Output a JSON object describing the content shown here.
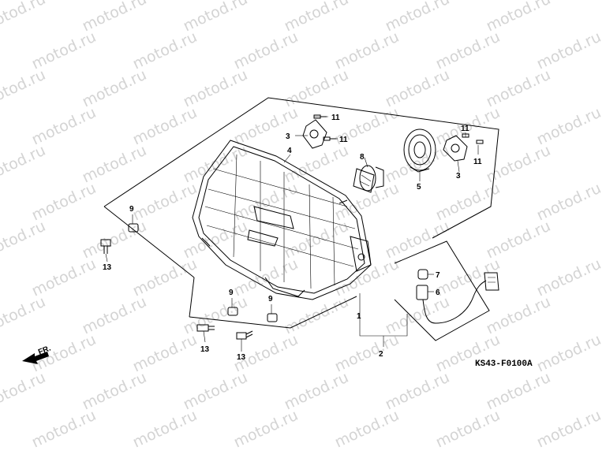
{
  "diagram": {
    "code": "KS43-F0100A",
    "direction_label": "FR.",
    "watermark": "motod.ru",
    "callouts": [
      {
        "id": "c2",
        "label": "2"
      },
      {
        "id": "c1",
        "label": "1"
      },
      {
        "id": "c3a",
        "label": "3"
      },
      {
        "id": "c3b",
        "label": "3"
      },
      {
        "id": "c4",
        "label": "4"
      },
      {
        "id": "c5",
        "label": "5"
      },
      {
        "id": "c6",
        "label": "6"
      },
      {
        "id": "c7",
        "label": "7"
      },
      {
        "id": "c8",
        "label": "8"
      },
      {
        "id": "c9a",
        "label": "9"
      },
      {
        "id": "c9b",
        "label": "9"
      },
      {
        "id": "c9c",
        "label": "9"
      },
      {
        "id": "c11a",
        "label": "11"
      },
      {
        "id": "c11b",
        "label": "11"
      },
      {
        "id": "c11c",
        "label": "11"
      },
      {
        "id": "c11d",
        "label": "11"
      },
      {
        "id": "c13a",
        "label": "13"
      },
      {
        "id": "c13b",
        "label": "13"
      },
      {
        "id": "c13c",
        "label": "13"
      }
    ]
  }
}
